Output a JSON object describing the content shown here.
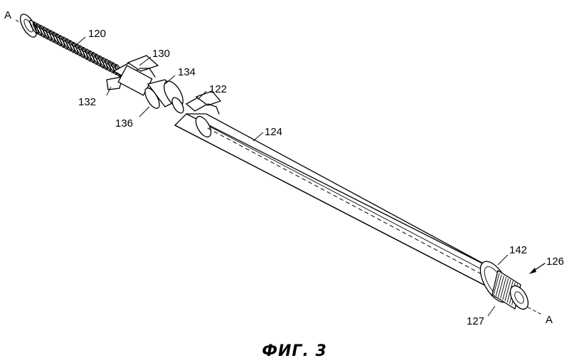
{
  "figure": {
    "caption": "ФИГ. 3",
    "axis_labels": {
      "start": "A",
      "end": "A"
    },
    "labels": {
      "l120": "120",
      "l130": "130",
      "l134": "134",
      "l132": "132",
      "l122": "122",
      "l136": "136",
      "l124": "124",
      "l142": "142",
      "l126": "126",
      "l127": "127"
    }
  }
}
